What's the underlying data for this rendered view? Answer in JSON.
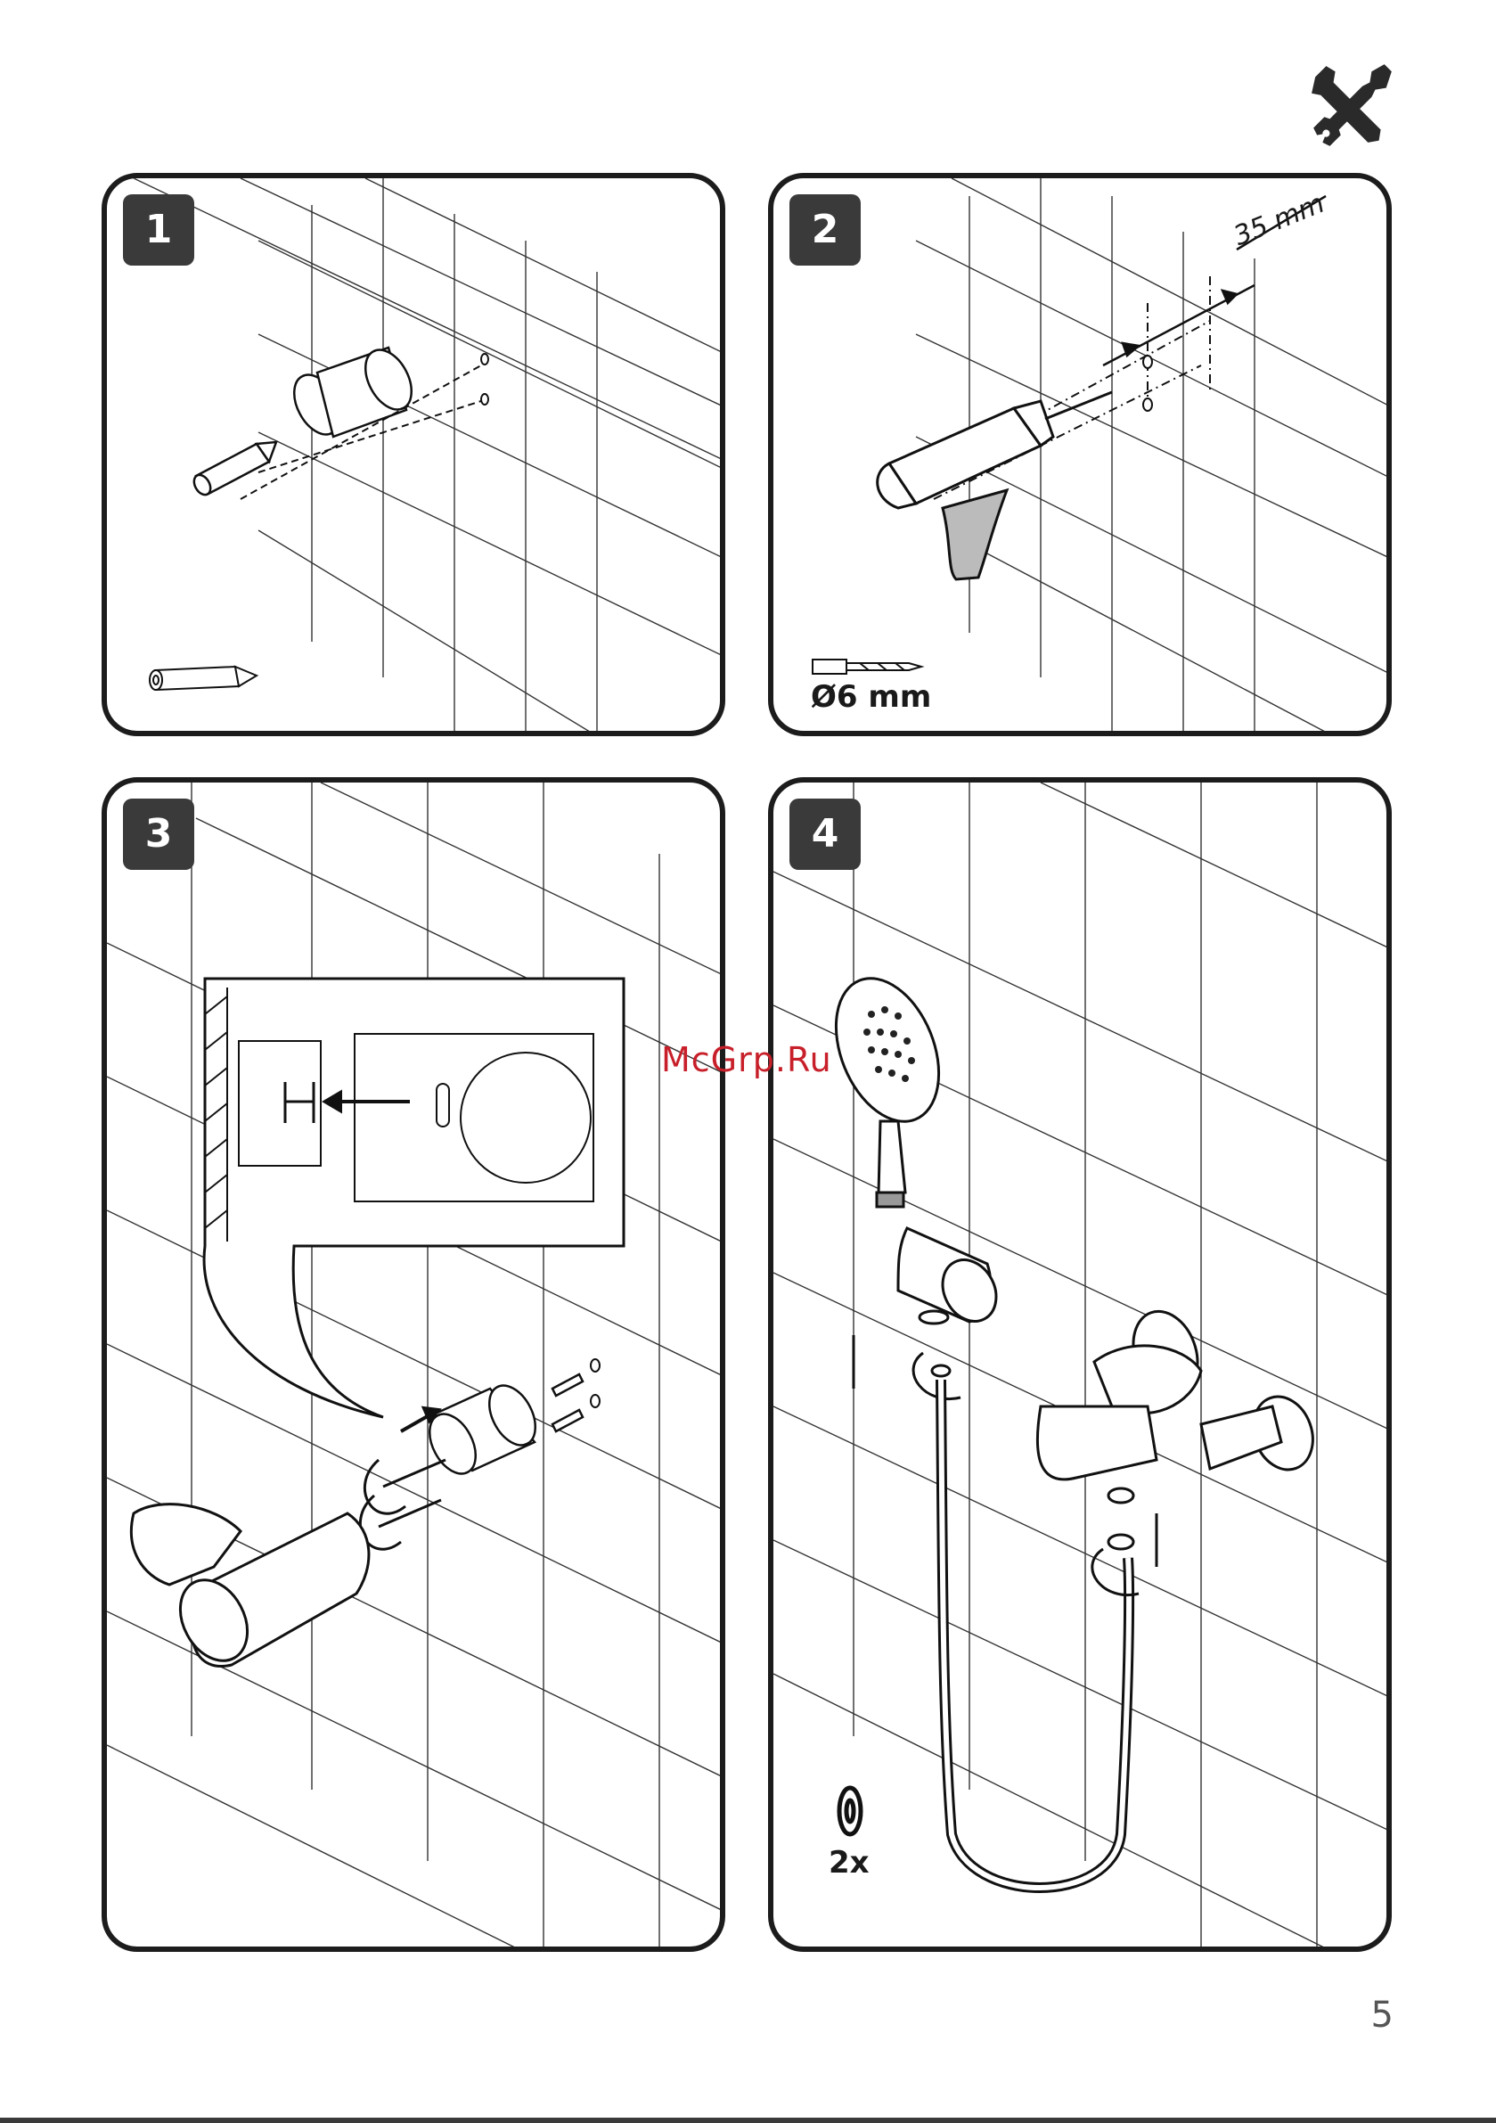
{
  "header": {
    "tools_icon": "wrench-screwdriver-icon"
  },
  "steps": [
    {
      "number": "1",
      "tool_icon": "pencil-icon",
      "caption": ""
    },
    {
      "number": "2",
      "tool_icon": "drill-bit-icon",
      "caption": "Ø6 mm",
      "dimension": "35 mm"
    },
    {
      "number": "3",
      "tool_icon": "",
      "caption": ""
    },
    {
      "number": "4",
      "tool_icon": "washer-icon",
      "caption": "2x"
    }
  ],
  "watermark": "McGrp.Ru",
  "footer": {
    "page_number": "5"
  },
  "colors": {
    "badge": "#3a3a3a",
    "line": "#1c1c1c",
    "watermark": "#c8202a"
  }
}
